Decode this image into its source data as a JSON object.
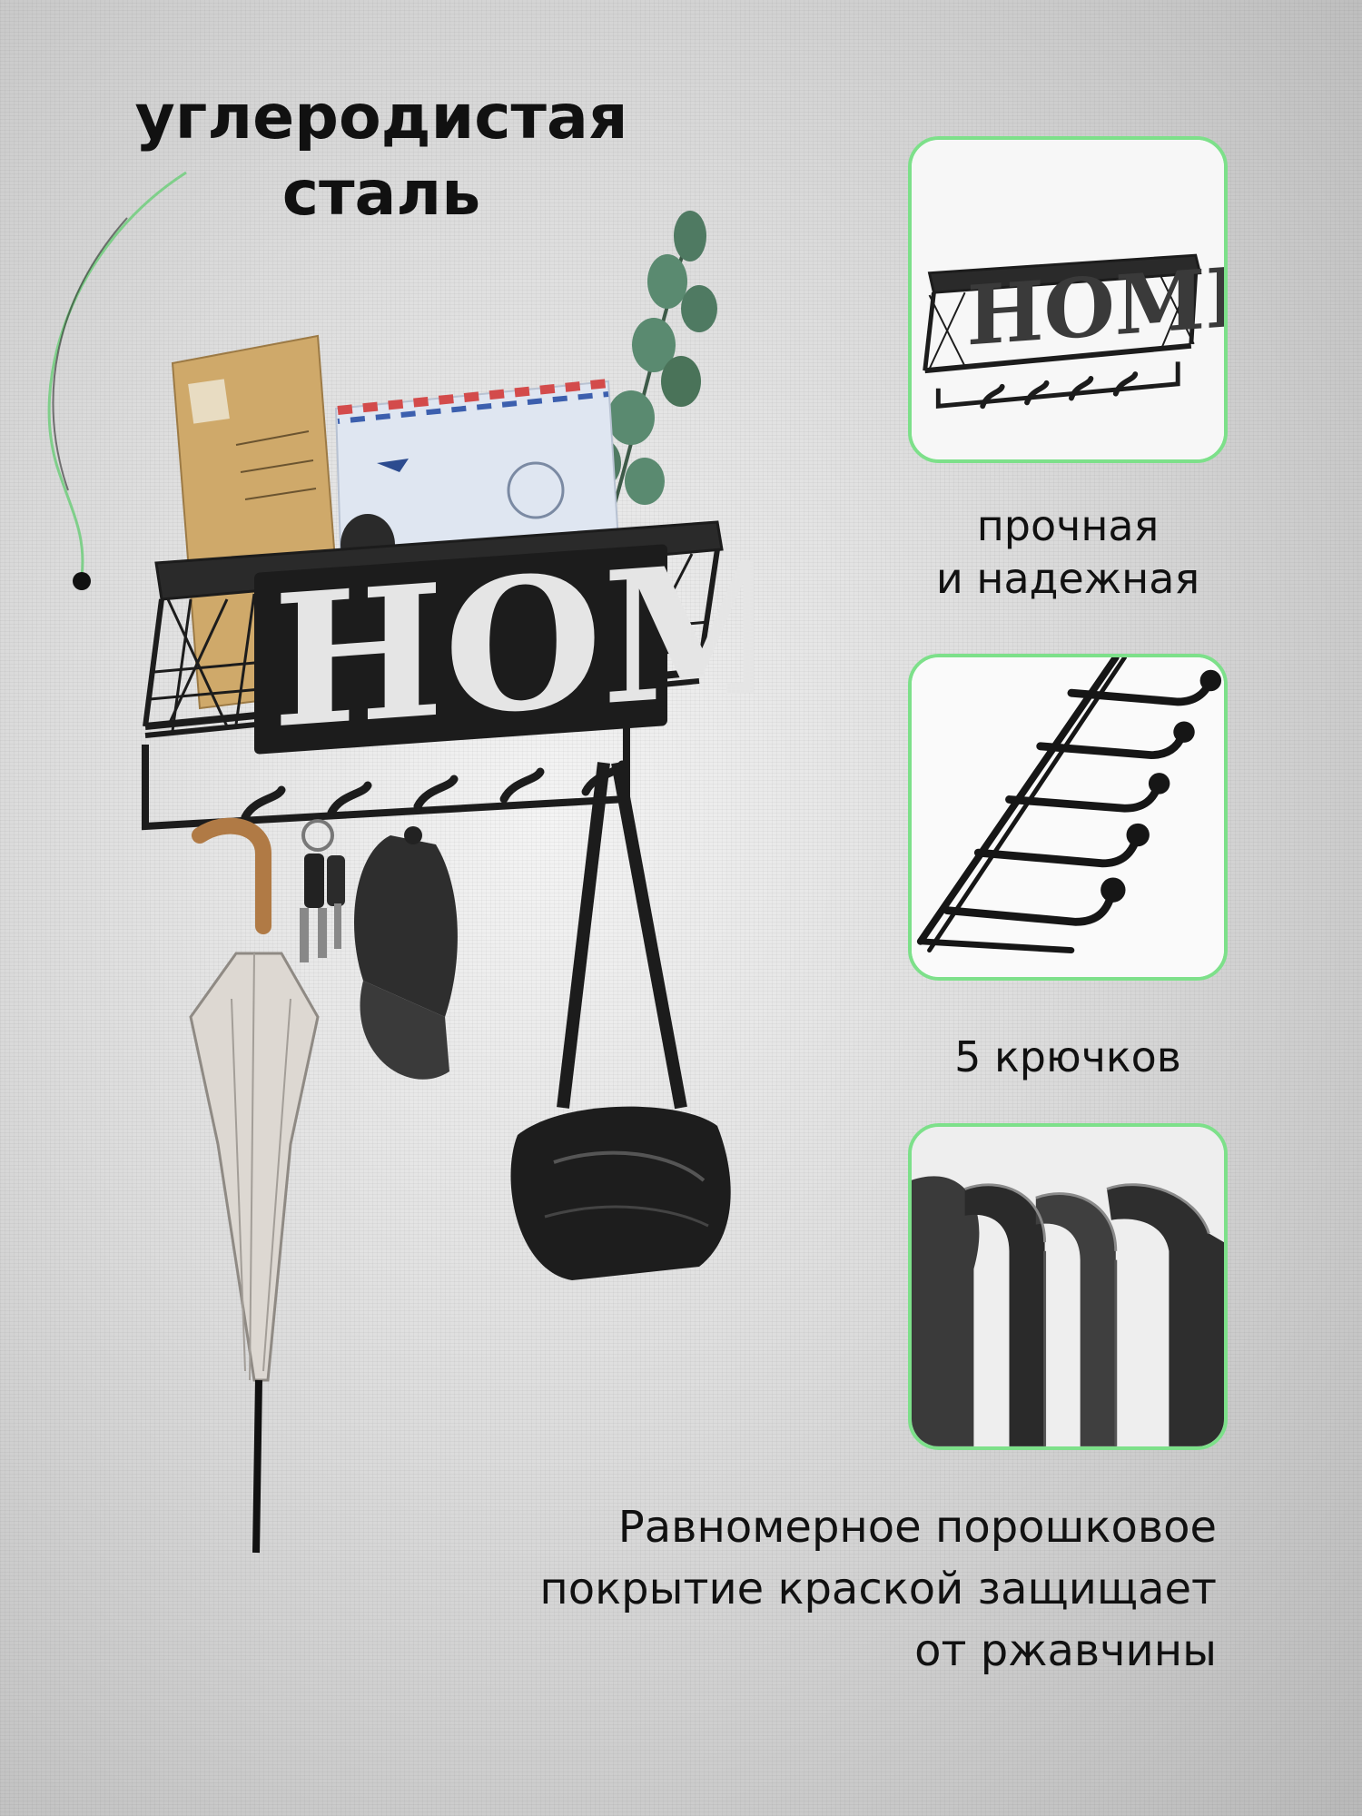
{
  "headline": {
    "line1": "углеродистая",
    "line2": "сталь"
  },
  "features": [
    {
      "icon": "home-shelf-closeup-icon",
      "caption_line1": "прочная",
      "caption_line2": "и надежная"
    },
    {
      "icon": "hooks-closeup-icon",
      "caption_line1": "5 крючков"
    },
    {
      "icon": "powder-coating-profile-icon",
      "caption_line1": "Равномерное порошковое",
      "caption_line2": "покрытие краской защищает",
      "caption_line3": "от ржавчины"
    }
  ],
  "product": {
    "shelf_text": "HOME"
  },
  "colors": {
    "card_border": "#7de08a",
    "accent_curve": "#7fcf8a",
    "metal": "#1c1c1c"
  }
}
